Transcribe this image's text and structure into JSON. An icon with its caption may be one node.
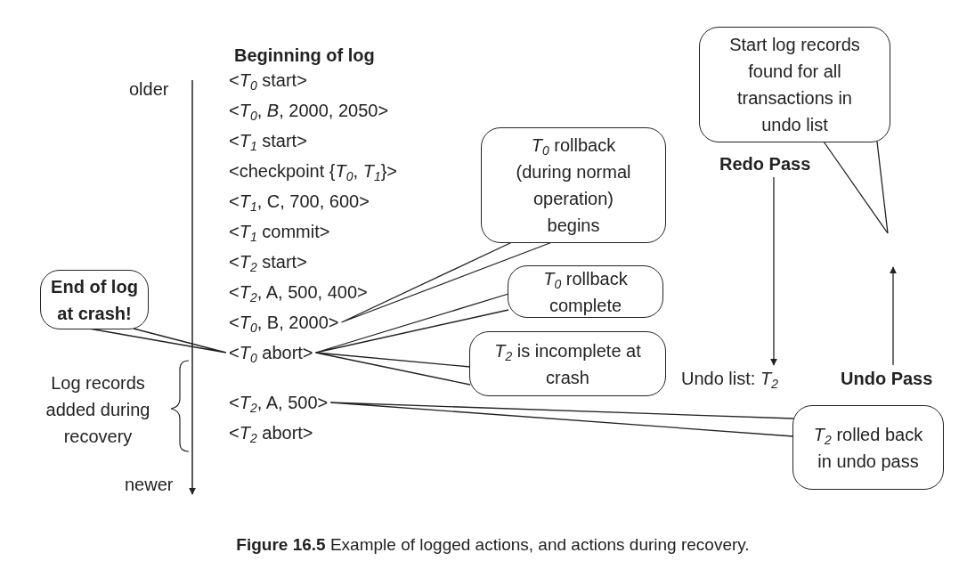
{
  "diagram": {
    "caption": "**Figure 16.5** Example of logged actions, and actions during recovery.",
    "nodes": [
      {
        "text": [
          "Start log records found for all transactions in undo list"
        ]
      },
      {
        "text": [
          "Redo Pass"
        ]
      },
      {
        "text": [
          "*T*$_{0}$ rollback (during normal operation) begins"
        ]
      },
      {
        "text": [
          "*T*$_{0}$ rollback complete"
        ]
      },
      {
        "text": [
          "End of log at crash!"
        ]
      },
      {
        "text": [
          "<*T*$_{0}$, B, 2000>"
        ]
      },
      {
        "text": [
          "<*T*$_{0}$ abort>"
        ]
      },
      {
        "text": [
          "*T*$_{2}$ is incomplete at crash"
        ]
      },
      {
        "text": [
          "Undo list: *T*$_{2}$"
        ]
      },
      {
        "text": [
          "Undo Pass"
        ]
      },
      {
        "text": [
          "<*T*$_{2}$, A, 500>"
        ]
      },
      {
        "text": [
          "*T*$_{2}$ rolled back in undo pass"
        ]
      }
    ],
    "edges": [
      {
        "from": 0,
        "to": null,
        "arrow": "none"
      },
      {
        "from": 1,
        "to": 8,
        "arrow": "to"
      },
      {
        "from": 9,
        "to": null,
        "arrow": "to"
      },
      {
        "from": 2,
        "to": 5,
        "arrow": "none"
      },
      {
        "from": 3,
        "to": 6,
        "arrow": "none"
      },
      {
        "from": 4,
        "to": 6,
        "arrow": "none"
      },
      {
        "from": 7,
        "to": 6,
        "arrow": "none"
      },
      {
        "from": 11,
        "to": 10,
        "arrow": "none"
      }
    ],
    "labels": [
      "Beginning of log",
      "older",
      "<*T*$_{0}$ start>",
      "<*T*$_{0}$, *B*, 2000, 2050>",
      "<*T*$_{1}$ start>",
      "<checkpoint {*T*$_{0}$, *T*$_{1}$}>",
      "<*T*$_{1}$, C, 700, 600>",
      "<*T*$_{1}$ commit>",
      "<*T*$_{2}$ start>",
      "<*T*$_{2}$, A, 500, 400>",
      "Log records added during recovery",
      "<*T*$_{2}$ abort>",
      "newer"
    ]
  }
}
